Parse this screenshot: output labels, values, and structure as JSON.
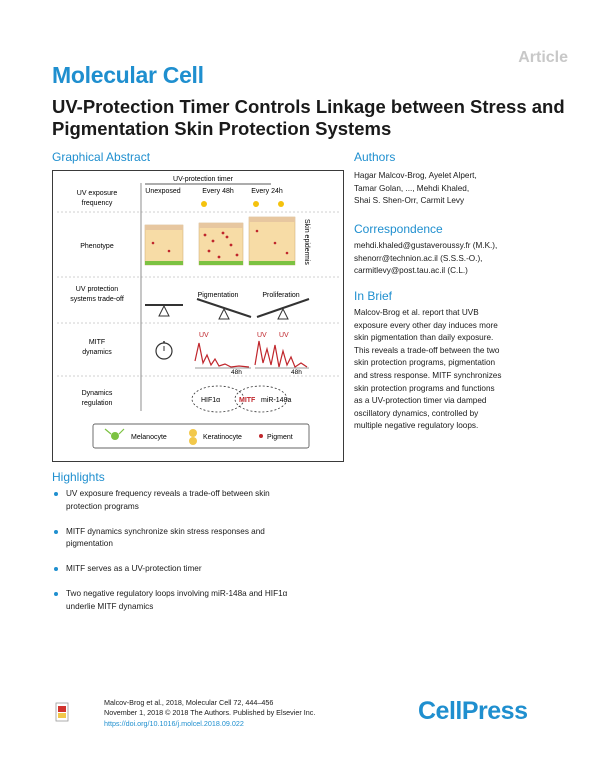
{
  "header": {
    "article_tag": "Article",
    "journal": "Molecular Cell",
    "title": "UV-Protection Timer Controls Linkage between Stress and Pigmentation Skin Protection Systems"
  },
  "graphical_abstract": {
    "heading": "Graphical Abstract",
    "timer_label": "UV-protection timer",
    "row_labels": {
      "uv_freq_1": "UV exposure",
      "uv_freq_2": "frequency",
      "phenotype": "Phenotype",
      "tradeoff_1": "UV protection",
      "tradeoff_2": "systems trade-off",
      "mitf_1": "MITF",
      "mitf_2": "dynamics",
      "dyn_1": "Dynamics",
      "dyn_2": "regulation"
    },
    "columns": [
      "Unexposed",
      "Every 48h",
      "Every 24h"
    ],
    "side_label": "Skin epidermis",
    "tradeoff_labels": [
      "Pigmentation",
      "Proliferation"
    ],
    "uv_mark": "UV",
    "time_48": "48h",
    "time_48b": "48h",
    "reg_left": "HIF1α",
    "reg_center": "MITF",
    "reg_right": "miR-148a",
    "legend": [
      "Melanocyte",
      "Keratinocyte",
      "Pigment"
    ],
    "colors": {
      "pigment": "#c0262c",
      "melanocyte": "#7cc242",
      "keratinocyte": "#f2c84b",
      "sun": "#f4c20d"
    }
  },
  "authors": {
    "heading": "Authors",
    "lines": [
      "Hagar Malcov-Brog, Ayelet Alpert,",
      "Tamar Golan, ..., Mehdi Khaled,",
      "Shai S. Shen-Orr, Carmit Levy"
    ]
  },
  "correspondence": {
    "heading": "Correspondence",
    "lines": [
      "mehdi.khaled@gustaveroussy.fr (M.K.),",
      "shenorr@technion.ac.il (S.S.S.-O.),",
      "carmitlevy@post.tau.ac.il (C.L.)"
    ]
  },
  "in_brief": {
    "heading": "In Brief",
    "lines": [
      "Malcov-Brog et al. report that UVB",
      "exposure every other day induces more",
      "skin pigmentation than daily exposure.",
      "This reveals a trade-off between the two",
      "skin protection programs, pigmentation",
      "and stress response. MITF synchronizes",
      "skin protection programs and functions",
      "as a UV-protection timer via damped",
      "oscillatory dynamics, controlled by",
      "multiple negative regulatory loops."
    ]
  },
  "highlights": {
    "heading": "Highlights",
    "items": [
      [
        "UV exposure frequency reveals a trade-off between skin",
        "protection programs"
      ],
      [
        "MITF dynamics synchronize skin stress responses and",
        "pigmentation"
      ],
      [
        "MITF serves as a UV-protection timer"
      ],
      [
        "Two negative regulatory loops involving miR-148a and HIF1α",
        "underlie MITF dynamics"
      ]
    ]
  },
  "footer": {
    "citation_1": "Malcov-Brog et al., 2018, Molecular Cell 72, 444–456",
    "citation_2": "November 1, 2018 © 2018 The Authors. Published by Elsevier Inc.",
    "doi": "https://doi.org/10.1016/j.molcel.2018.09.022",
    "publisher_1": "Cell",
    "publisher_2": "Press"
  }
}
